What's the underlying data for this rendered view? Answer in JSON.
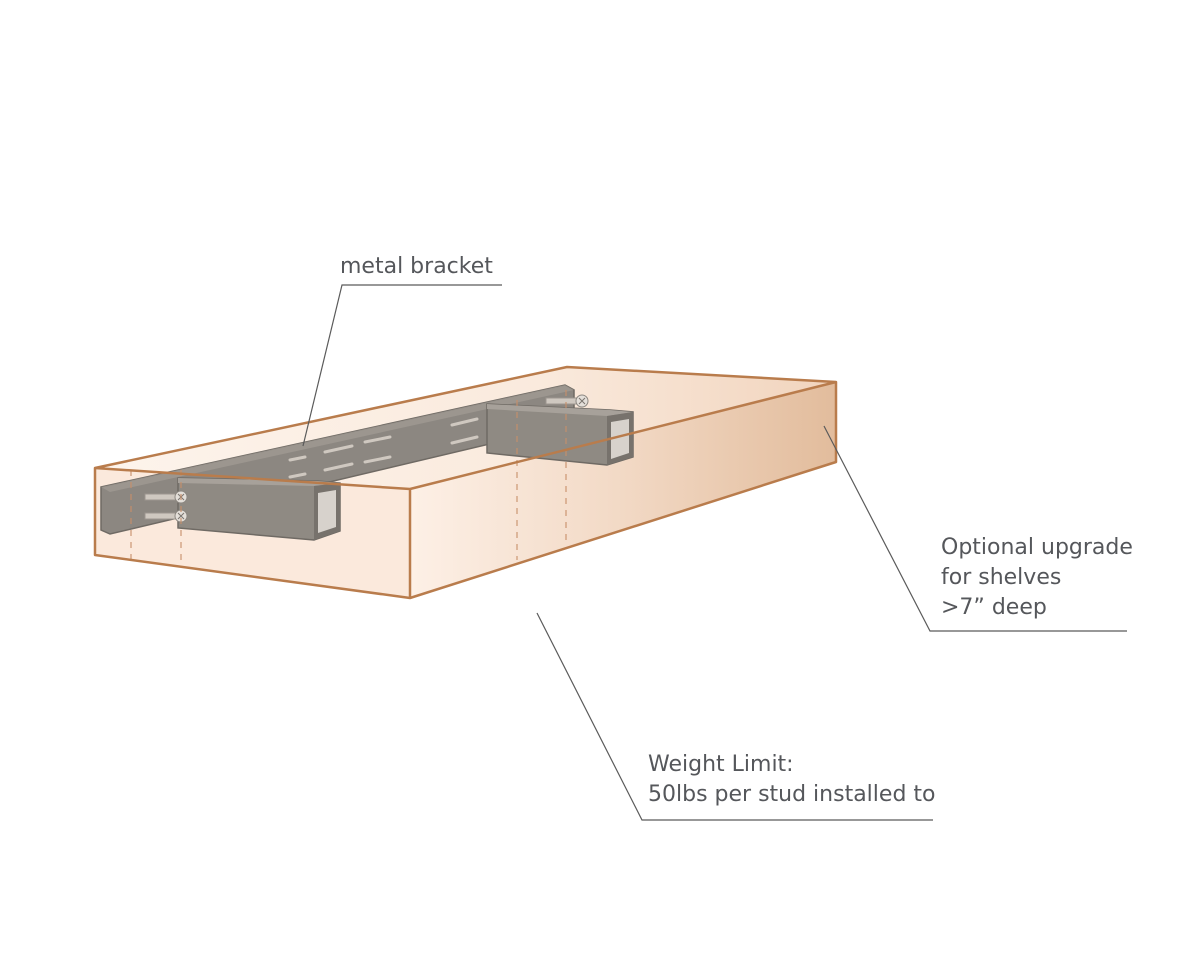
{
  "labels": {
    "bracket": "metal bracket",
    "upgrade": [
      "Optional upgrade",
      "for shelves",
      ">7” deep"
    ],
    "weight": [
      "Weight Limit:",
      "50lbs per stud installed to"
    ]
  },
  "colors": {
    "shelf_outline": "#b97c4c",
    "shelf_fill_light": "#fdf3ec",
    "shelf_fill_dark": "#e3bfa0",
    "stud_line": "#c8906a",
    "bracket_fill": "#8f8a83",
    "bracket_dark": "#6f6a64",
    "leader_line": "#5b5b5b",
    "text": "#55575b"
  }
}
